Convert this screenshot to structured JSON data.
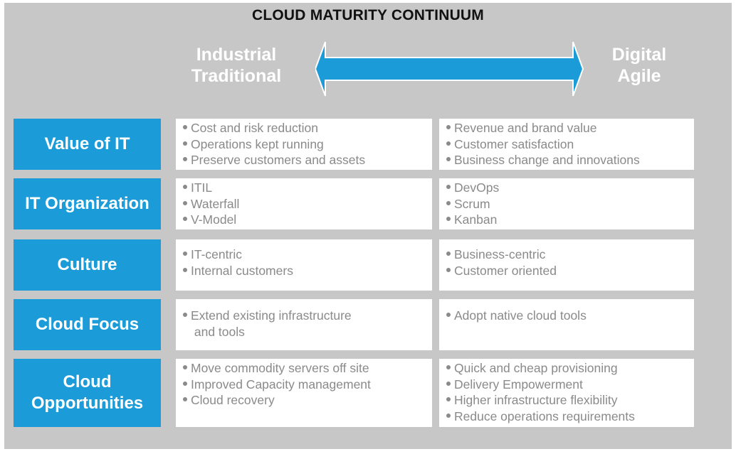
{
  "title": "CLOUD MATURITY CONTINUUM",
  "colors": {
    "accent": "#1b9bd8",
    "background": "#c7c7c7",
    "cell": "#ffffff",
    "text": "#8a8a8a"
  },
  "left_end": {
    "line1": "Industrial",
    "line2": "Traditional"
  },
  "right_end": {
    "line1": "Digital",
    "line2": "Agile"
  },
  "rows": [
    {
      "label_lines": [
        "Value of IT"
      ],
      "left": [
        "Cost and risk reduction",
        "Operations kept running",
        "Preserve customers and assets"
      ],
      "right": [
        "Revenue and brand value",
        "Customer satisfaction",
        "Business change and innovations"
      ]
    },
    {
      "label_lines": [
        "IT Organization"
      ],
      "left": [
        "ITIL",
        "Waterfall",
        "V-Model"
      ],
      "right": [
        "DevOps",
        "Scrum",
        "Kanban"
      ]
    },
    {
      "label_lines": [
        "Culture"
      ],
      "left": [
        "IT-centric",
        "Internal customers"
      ],
      "right": [
        "Business-centric",
        "Customer oriented"
      ]
    },
    {
      "label_lines": [
        "Cloud Focus"
      ],
      "left": [
        "Extend existing infrastructure\n and tools"
      ],
      "right": [
        "Adopt native cloud tools"
      ]
    },
    {
      "label_lines": [
        "Cloud",
        "Opportunities"
      ],
      "left": [
        "Move commodity servers off site",
        "Improved Capacity management",
        "Cloud recovery"
      ],
      "right": [
        "Quick and cheap provisioning",
        "Delivery Empowerment",
        "Higher infrastructure flexibility",
        "Reduce operations requirements"
      ]
    }
  ]
}
